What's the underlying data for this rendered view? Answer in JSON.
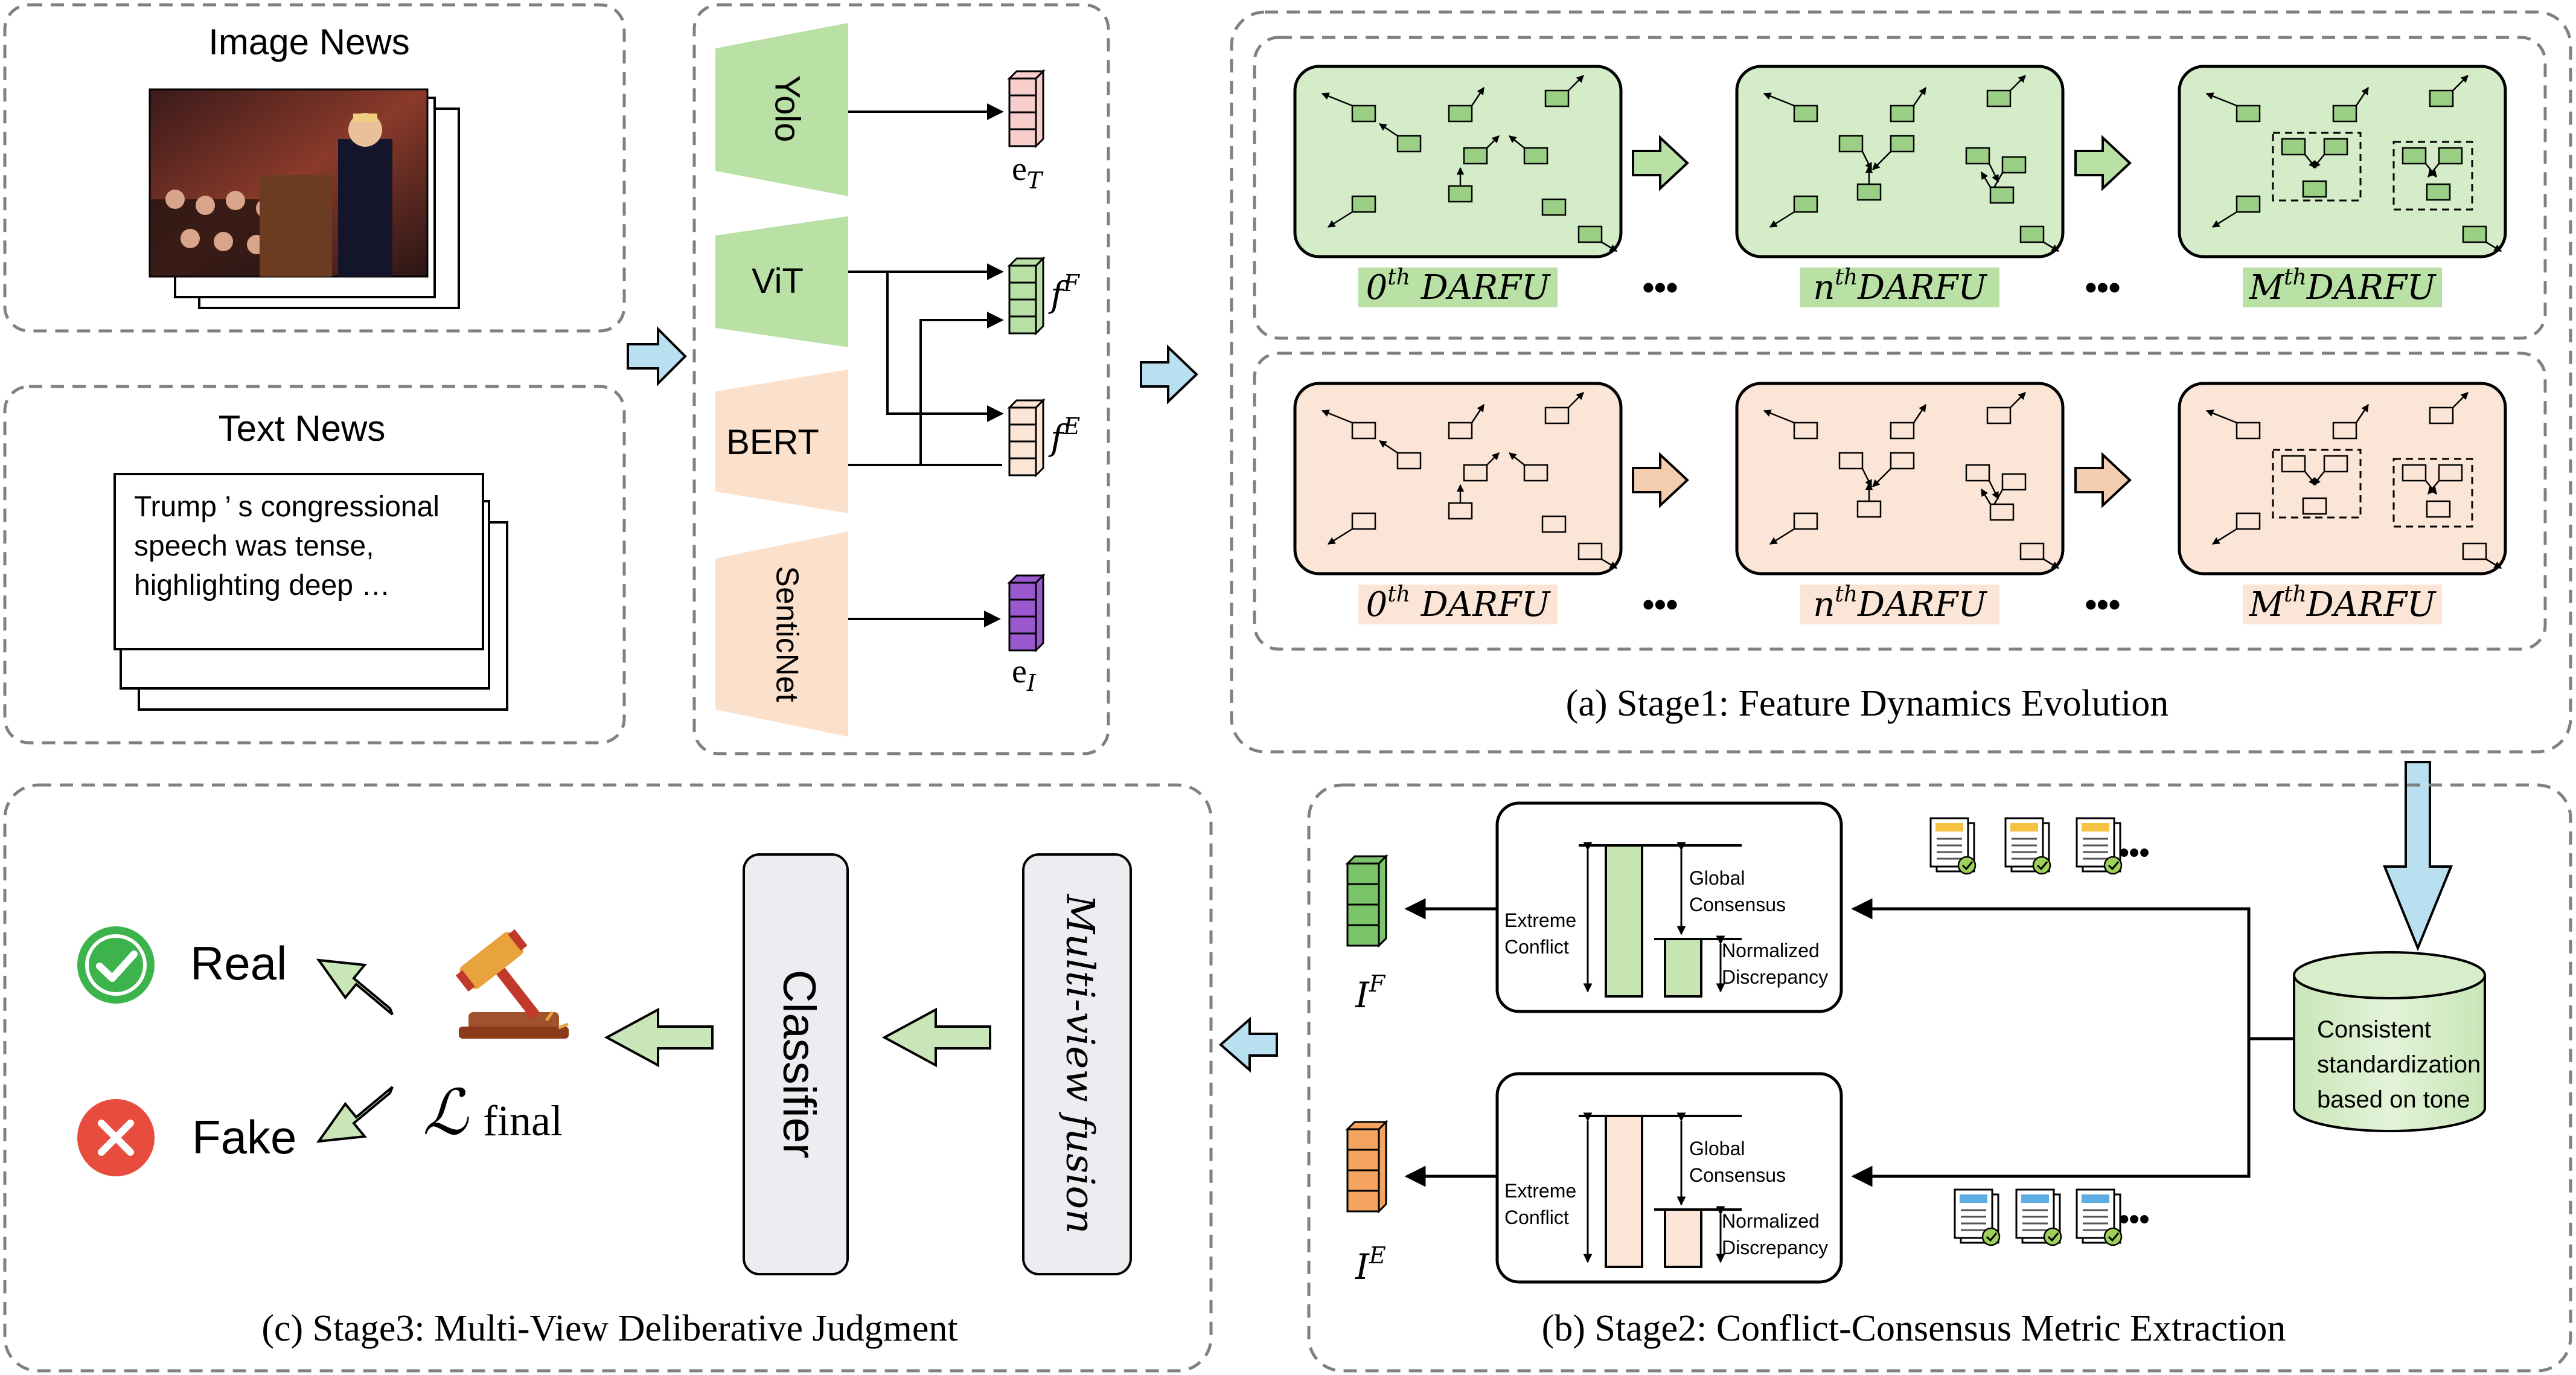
{
  "inputs": {
    "image_news_title": "Image News",
    "text_news_title": "Text News",
    "text_news_lines": [
      "Trump ’ s congressional",
      "speech was tense,",
      "highlighting deep …"
    ]
  },
  "encoders": {
    "yolo": "Yolo",
    "vit": "ViT",
    "bert": "BERT",
    "senticnet": "SenticNet",
    "out_eT": "e",
    "out_eT_sub": "T",
    "out_fF": "f",
    "out_fF_sup": "F",
    "out_fE": "f",
    "out_fE_sup": "E",
    "out_eI": "e",
    "out_eI_sub": "I"
  },
  "stage1": {
    "caption": "(a) Stage1: Feature Dynamics Evolution",
    "labels": [
      "0th DARFU",
      "nth DARFU",
      "Mth DARFU"
    ],
    "label_parts": [
      {
        "base": "0",
        "sup": "th",
        "rest": "DARFU"
      },
      {
        "base": "n",
        "sup": "th",
        "rest": "DARFU"
      },
      {
        "base": "M",
        "sup": "th",
        "rest": "DARFU"
      }
    ],
    "ellipsis": "•••"
  },
  "stage2": {
    "caption": "(b) Stage2: Conflict-Consensus Metric Extraction",
    "extreme_conflict": [
      "Extreme",
      "Conflict"
    ],
    "global_consensus": [
      "Global",
      "Consensus"
    ],
    "normalized_discrepancy": [
      "Normalized",
      "Discrepancy"
    ],
    "standardization": [
      "Consistent",
      "standardization",
      "based on tone"
    ],
    "metric_F": "I",
    "metric_F_sup": "F",
    "metric_E": "I",
    "metric_E_sup": "E",
    "doc_ellipsis": "•••"
  },
  "stage3": {
    "caption": "(c) Stage3: Multi-View Deliberative Judgment",
    "fusion": "Multi-view fusion",
    "classifier": "Classifier",
    "loss": "ℒ",
    "loss_sub": "final",
    "real": "Real",
    "fake": "Fake"
  },
  "colors": {
    "green": "#d5ecc8",
    "green_dark": "#b9e0a5",
    "peach": "#fbe5d6",
    "pink_cube": "#f8cecc",
    "purple_cube": "#9b59d0",
    "orange_cube": "#f4a460",
    "blue_arrow": "#b8e0f0",
    "check": "#3cb44b",
    "cross": "#e74c3c"
  }
}
